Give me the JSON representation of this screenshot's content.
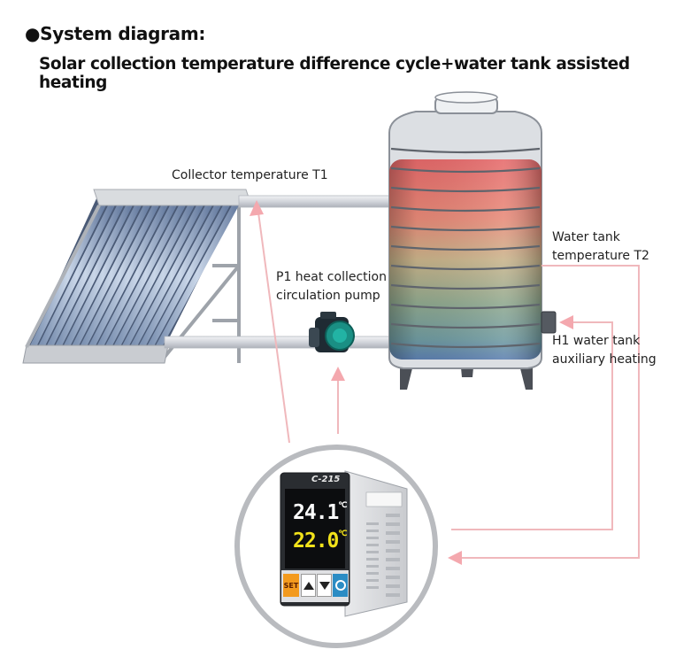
{
  "header": {
    "bullet": "●",
    "title": "System diagram:",
    "subtitle": "Solar collection temperature difference cycle+water tank assisted heating"
  },
  "labels": {
    "collector_temp": "Collector temperature T1",
    "pump_line1": "P1 heat collection",
    "pump_line2": "circulation pump",
    "tank_temp_line1": "Water tank",
    "tank_temp_line2": "temperature T2",
    "heater_line1": "H1 water tank",
    "heater_line2": "auxiliary heating"
  },
  "controller": {
    "model": "C-215",
    "reading_top": "24.1",
    "reading_bottom": "22.0",
    "unit": "℃",
    "set_button": "SET"
  },
  "colors": {
    "signal_line": "#f0b8bc",
    "arrow": "#f4a8ae",
    "pipe": "#d9dbe0",
    "display_top": "#ffffff",
    "display_bottom": "#f2e21a",
    "set_button": "#f39a1e",
    "ctrl_button": "#2b8cc4"
  }
}
